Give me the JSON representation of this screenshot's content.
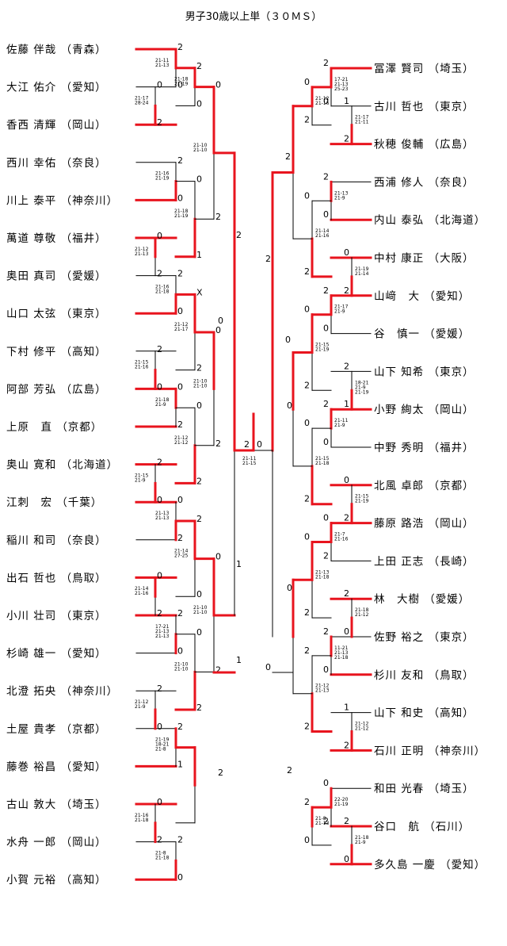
{
  "title": "男子30歳以上単（３０ＭＳ）",
  "colors": {
    "winner_line": "#e8141e",
    "line": "#000000",
    "text": "#000000"
  },
  "left_players": [
    "佐藤 伴哉 （青森）",
    "大江 佑介 （愛知）",
    "香西 清輝 （岡山）",
    "西川 幸佑 （奈良）",
    "川上 泰平 （神奈川）",
    "萬道 尊敬 （福井）",
    "奥田 真司 （愛媛）",
    "山口 太弦 （東京）",
    "下村 修平 （高知）",
    "阿部 芳弘 （広島）",
    "上原　直 （京都）",
    "奥山 寛和 （北海道）",
    "江刺　宏 （千葉）",
    "稲川 和司 （奈良）",
    "出石 哲也 （鳥取）",
    "小川 壮司 （東京）",
    "杉崎 雄一 （愛知）",
    "北澄 拓央 （神奈川）",
    "土屋 貴孝 （京都）",
    "藤巻 裕昌 （愛知）",
    "古山 敦大 （埼玉）",
    "水舟 一郎 （岡山）",
    "小賀 元裕 （高知）"
  ],
  "right_players": [
    "冨澤 賢司 （埼玉）",
    "古川 哲也 （東京）",
    "秋穂 俊輔 （広島）",
    "西浦 修人 （奈良）",
    "内山 泰弘 （北海道）",
    "中村 康正 （大阪）",
    "山﨑　大 （愛知）",
    "谷　慎一 （愛媛）",
    "山下 知希 （東京）",
    "小野 絢太 （岡山）",
    "中野 秀明 （福井）",
    "北風 卓郎 （京都）",
    "藤原 路浩 （岡山）",
    "上田 正志 （長崎）",
    "林　大樹 （愛媛）",
    "佐野 裕之 （東京）",
    "杉川 友和 （鳥取）",
    "山下 和史 （高知）",
    "石川 正明 （神奈川）",
    "和田 光春 （埼玉）",
    "谷口　航 （石川）",
    "多久島 一慶 （愛知）"
  ],
  "left_results": [
    {
      "scores": [
        "21-11",
        "21-13"
      ],
      "marks": [
        "2",
        "0"
      ]
    },
    {
      "scores": [
        "21-17",
        "28-24"
      ],
      "marks": [
        "0",
        "2"
      ]
    },
    {
      "scores": [
        "21-16",
        "21-19"
      ],
      "marks": [
        "2",
        "0"
      ]
    },
    {
      "scores": [
        "21-12",
        "21-13"
      ],
      "marks": [
        "0",
        "2"
      ]
    },
    {
      "scores": [
        "21-16",
        "21-18"
      ],
      "marks": [
        "2",
        "0"
      ]
    },
    {
      "scores": [
        "21-15",
        "21-16"
      ],
      "marks": [
        "2",
        "0"
      ]
    },
    {
      "scores": [
        "21-18",
        "21-9"
      ],
      "marks": [
        "0",
        "2"
      ]
    },
    {
      "scores": [
        "21-15",
        "21-9"
      ],
      "marks": [
        "2",
        "0"
      ]
    },
    {
      "scores": [
        "21-13",
        "21-13"
      ],
      "marks": [
        "0",
        "2"
      ]
    },
    {
      "scores": [
        "21-14",
        "21-16"
      ],
      "marks": [
        "0",
        "2"
      ]
    },
    {
      "scores": [
        "17-21",
        "21-13",
        "21-13"
      ],
      "marks": [
        "2",
        "0"
      ]
    },
    {
      "scores": [
        "21-12",
        "21-9"
      ],
      "marks": [
        "2",
        "0"
      ]
    },
    {
      "scores": [
        "21-19",
        "18-21",
        "21-8"
      ],
      "marks": [
        "2",
        "1"
      ]
    },
    {
      "scores": [
        "21-16",
        "21-18"
      ],
      "marks": [
        "0",
        "2"
      ]
    },
    {
      "scores": [
        "21-8",
        "21-18"
      ],
      "marks": [
        "2",
        "0"
      ]
    },
    {
      "scores": [
        "21-18",
        "21-19"
      ],
      "marks": [
        "2",
        "0"
      ]
    },
    {
      "scores": [
        "21-18",
        "21-19"
      ],
      "marks": [
        "0",
        "1"
      ]
    },
    {
      "scores": [
        "21-12",
        "21-17"
      ],
      "marks": [
        "X",
        "2"
      ]
    },
    {
      "scores": [
        "21-12",
        "21-12"
      ],
      "marks": [
        "0",
        "2"
      ]
    },
    {
      "scores": [
        "21-14",
        "27-25"
      ],
      "marks": [
        "2",
        "0"
      ]
    },
    {
      "scores": [
        "21-10",
        "21-10"
      ],
      "marks": [
        "0",
        "2"
      ]
    }
  ],
  "right_results": [
    {
      "scores": [
        "17-21",
        "21-13",
        "25-23"
      ],
      "marks": [
        "2",
        "0"
      ]
    },
    {
      "scores": [
        "21-17",
        "21-11"
      ],
      "marks": [
        "1",
        "2"
      ]
    },
    {
      "scores": [
        "21-13",
        "21-9"
      ],
      "marks": [
        "2",
        "0"
      ]
    },
    {
      "scores": [
        "21-19",
        "21-14"
      ],
      "marks": [
        "0",
        "2"
      ]
    },
    {
      "scores": [
        "21-17",
        "21-9"
      ],
      "marks": [
        "2",
        "0"
      ]
    },
    {
      "scores": [
        "18-21",
        "21-9",
        "21-19"
      ],
      "marks": [
        "2",
        "1"
      ]
    },
    {
      "scores": [
        "21-11",
        "21-9"
      ],
      "marks": [
        "2",
        "0"
      ]
    },
    {
      "scores": [
        "21-15",
        "21-19"
      ],
      "marks": [
        "0",
        "2"
      ]
    },
    {
      "scores": [
        "21-7",
        "21-16"
      ],
      "marks": [
        "0",
        "2"
      ]
    },
    {
      "scores": [
        "21-18",
        "21-12"
      ],
      "marks": [
        "2",
        "0"
      ]
    },
    {
      "scores": [
        "11-21",
        "21-13",
        "21-18"
      ],
      "marks": [
        "2",
        "0"
      ]
    },
    {
      "scores": [
        "21-12",
        "21-12"
      ],
      "marks": [
        "1",
        "2"
      ]
    },
    {
      "scores": [
        "22-20",
        "21-19"
      ],
      "marks": [
        "0",
        "2"
      ]
    },
    {
      "scores": [
        "21-18",
        "21-9"
      ],
      "marks": [
        "2",
        "0"
      ]
    },
    {
      "scores": [
        "21-12",
        "21-16"
      ],
      "marks": [
        "0",
        "2"
      ]
    },
    {
      "scores": [
        "21-14",
        "21-16"
      ],
      "marks": [
        "0",
        "2"
      ]
    },
    {
      "scores": [
        "21-15",
        "21-19"
      ],
      "marks": [
        "0",
        "2"
      ]
    },
    {
      "scores": [
        "21-15",
        "21-18"
      ],
      "marks": [
        "0",
        "2"
      ]
    },
    {
      "scores": [
        "21-13",
        "21-18"
      ],
      "marks": [
        "0",
        "2"
      ]
    },
    {
      "scores": [
        "21-12",
        "21-13"
      ],
      "marks": [
        "2",
        "2"
      ]
    },
    {
      "scores": [
        "21-8",
        "21-13"
      ],
      "marks": [
        "2",
        "0"
      ]
    }
  ],
  "final": {
    "scores": [
      "21-11",
      "21-15"
    ],
    "marks": [
      "2",
      "0"
    ]
  },
  "extra_marks": [
    "2",
    "1",
    "2",
    "0",
    "0",
    "2",
    "2",
    "0",
    "0",
    "2",
    "1",
    "0"
  ]
}
